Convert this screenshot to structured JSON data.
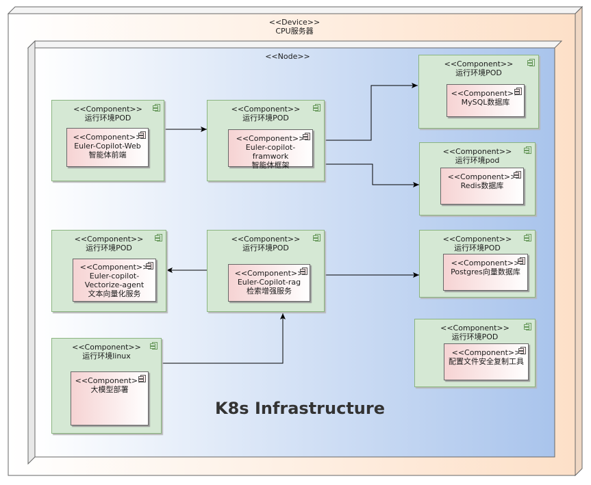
{
  "device": {
    "stereotype": "<<Device>>",
    "name": "CPU服务器"
  },
  "node": {
    "stereotype": "<<Node>>"
  },
  "infra_title": "K8s Infrastructure",
  "pods": {
    "web": {
      "stereotype": "<<Component>>",
      "name": "运行环境POD",
      "inner_stereotype": "<<Component>>",
      "inner_name": "Euler-Copilot-Web\n智能体前端"
    },
    "framework": {
      "stereotype": "<<Component>>",
      "name": "运行环境POD",
      "inner_stereotype": "<<Component>>",
      "inner_name": "Euler-copilot-framwork\n智能体框架"
    },
    "mysql": {
      "stereotype": "<<Component>>",
      "name": "运行环境POD",
      "inner_stereotype": "<<Component>>",
      "inner_name": "MySQL数据库"
    },
    "redis": {
      "stereotype": "<<Component>>",
      "name": "运行环境pod",
      "inner_stereotype": "<<Component>>",
      "inner_name": "Redis数据库"
    },
    "vectorize": {
      "stereotype": "<<Component>>",
      "name": "运行环境POD",
      "inner_stereotype": "<<Component>>",
      "inner_name": "Euler-copilot-\nVectorize-agent\n文本向量化服务"
    },
    "rag": {
      "stereotype": "<<Component>>",
      "name": "运行环境POD",
      "inner_stereotype": "<<Component>>",
      "inner_name": "Euler-Copilot-rag\n检索增强服务"
    },
    "postgres": {
      "stereotype": "<<Component>>",
      "name": "运行环境POD",
      "inner_stereotype": "<<Component>>",
      "inner_name": "Postgres向量数据库"
    },
    "linux": {
      "stereotype": "<<Component>>",
      "name": "运行环境linux",
      "inner_stereotype": "<<Component>>",
      "inner_name": "大模型部署"
    },
    "config": {
      "stereotype": "<<Component>>",
      "name": "运行环境POD",
      "inner_stereotype": "<<Component>>",
      "inner_name": "配置文件安全复制工具"
    }
  }
}
